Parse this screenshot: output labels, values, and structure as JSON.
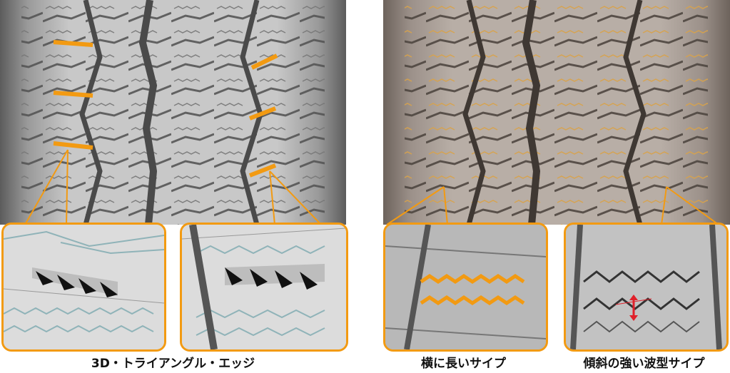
{
  "captions": {
    "left": "3D・トライアングル・エッジ",
    "right_1": "横に長いサイプ",
    "right_2": "傾斜の強い波型サイプ"
  },
  "colors": {
    "accent": "#f29a12",
    "tread_dark": "#6e6e6e",
    "tread_light": "#cfcfcf",
    "tread_warm": "#8c7f76",
    "highlight_red": "#e0202a"
  }
}
